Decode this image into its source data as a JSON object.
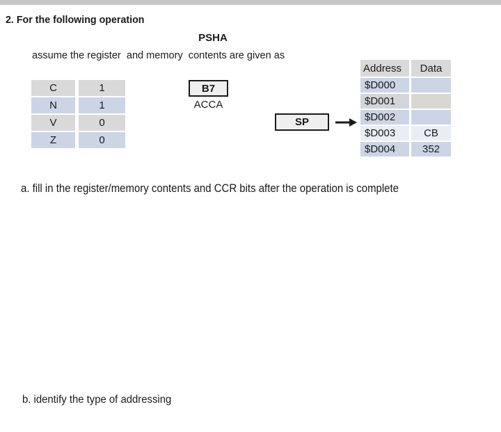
{
  "page": {
    "title": "2. For the following operation",
    "operation": "PSHA",
    "subtitle": "assume the register  and memory  contents are given as",
    "question_a": "a. fill in the register/memory contents and CCR bits after the operation is complete",
    "question_b": "b. identify the type of addressing"
  },
  "ccr_table": {
    "rows": [
      {
        "flag": "C",
        "value": "1"
      },
      {
        "flag": "N",
        "value": "1"
      },
      {
        "flag": "V",
        "value": "0"
      },
      {
        "flag": "Z",
        "value": "0"
      }
    ]
  },
  "registers": {
    "acca": {
      "value": "B7",
      "label": "ACCA"
    },
    "sp": {
      "label": "SP"
    }
  },
  "memory_table": {
    "headers": {
      "address": "Address",
      "data": "Data"
    },
    "rows": [
      {
        "address": "$D000",
        "data": ""
      },
      {
        "address": "$D001",
        "data": ""
      },
      {
        "address": "$D002",
        "data": ""
      },
      {
        "address": "$D003",
        "data": "CB"
      },
      {
        "address": "$D004",
        "data": "352"
      }
    ]
  },
  "colors": {
    "ink": "#1a1a1a",
    "topbar": "#c7c7c7",
    "gray": "#d9d9d9",
    "blue": "#cbd5e6",
    "blue-light": "#e9eef6",
    "warm-gray": "#d9d7d1",
    "gray-blue": "#d2d5da",
    "box-fill": "#efefef"
  }
}
